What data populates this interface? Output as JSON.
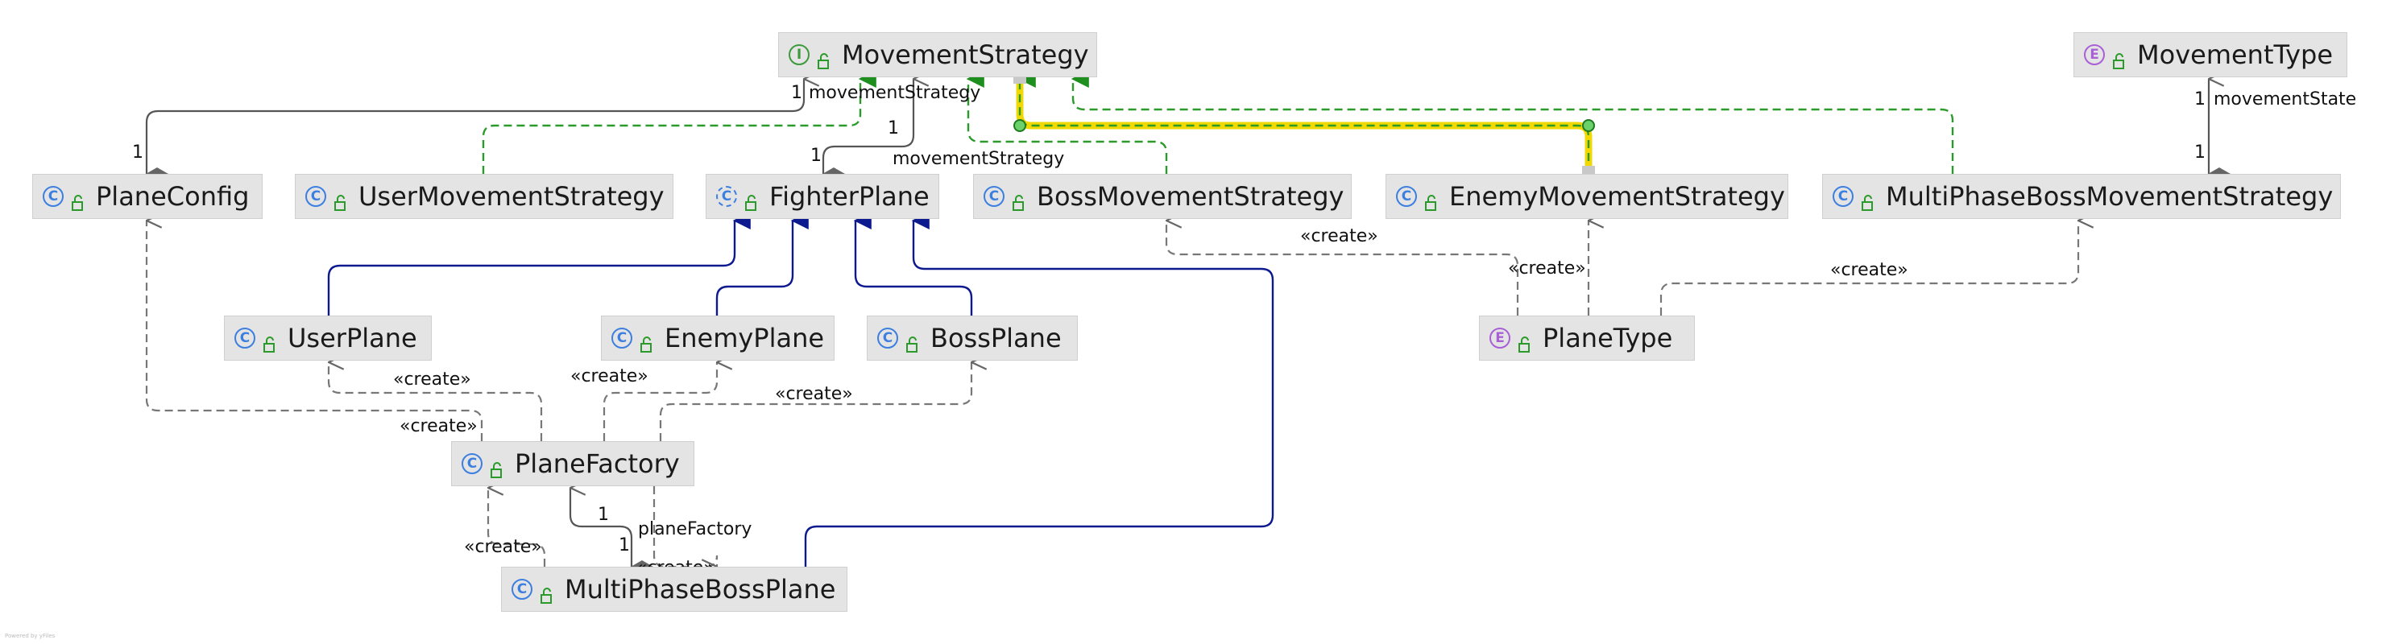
{
  "diagram": {
    "stereotypes": {
      "class": "C",
      "abstract": "C",
      "interface": "I",
      "enum": "E"
    },
    "classes": [
      {
        "id": "movement_strategy",
        "name": "MovementStrategy",
        "kind": "interface"
      },
      {
        "id": "movement_type",
        "name": "MovementType",
        "kind": "enum"
      },
      {
        "id": "plane_config",
        "name": "PlaneConfig",
        "kind": "class"
      },
      {
        "id": "user_movement_strategy",
        "name": "UserMovementStrategy",
        "kind": "class"
      },
      {
        "id": "fighter_plane",
        "name": "FighterPlane",
        "kind": "abstract"
      },
      {
        "id": "boss_movement_strategy",
        "name": "BossMovementStrategy",
        "kind": "class"
      },
      {
        "id": "enemy_movement_strategy",
        "name": "EnemyMovementStrategy",
        "kind": "class"
      },
      {
        "id": "multi_phase_boss_movement_strategy",
        "name": "MultiPhaseBossMovementStrategy",
        "kind": "class"
      },
      {
        "id": "user_plane",
        "name": "UserPlane",
        "kind": "class"
      },
      {
        "id": "enemy_plane",
        "name": "EnemyPlane",
        "kind": "class"
      },
      {
        "id": "boss_plane",
        "name": "BossPlane",
        "kind": "class"
      },
      {
        "id": "plane_type",
        "name": "PlaneType",
        "kind": "enum"
      },
      {
        "id": "plane_factory",
        "name": "PlaneFactory",
        "kind": "class"
      },
      {
        "id": "multi_phase_boss_plane",
        "name": "MultiPhaseBossPlane",
        "kind": "class"
      }
    ],
    "labels": {
      "create": "«create»",
      "one": "1",
      "movement_strategy_role": "movementStrategy",
      "movement_state_role": "movementState",
      "plane_factory_role": "planeFactory"
    },
    "footer": "Powered by yFiles"
  },
  "colors": {
    "node_fill": "#e4e4e4",
    "extends_line": "#0d1a8f",
    "implements_line": "#2a9a2a",
    "dependency_line": "#777777",
    "association_line": "#555555",
    "highlight": "#f0d800"
  }
}
